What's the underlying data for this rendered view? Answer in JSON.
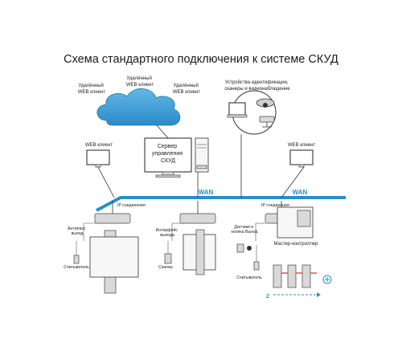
{
  "title": "Схема стандартного подключения к системе СКУД",
  "cloud": {
    "labels": [
      [
        "Удалённый",
        "WEB клиент"
      ],
      [
        "Удалённый",
        "WEB клиент"
      ],
      [
        "Удалённый",
        "WEB клиент"
      ]
    ]
  },
  "devices_group": [
    "Устройства идентификации,",
    "сканеры и видеонаблюдение"
  ],
  "server_label": [
    "Сервер",
    "управления",
    "СКУД"
  ],
  "web_client_left": "WEB клиент",
  "web_client_right": "WEB клиент",
  "wan_labels": [
    "WAN",
    "WAN"
  ],
  "ip_labels": [
    "IP соединения",
    "IP соединения"
  ],
  "left_group": {
    "antipass": [
      "Антипасс",
      "выход"
    ],
    "reader": "Считыватель"
  },
  "middle_group": {
    "interface": [
      "Интерфейс",
      "выхода"
    ],
    "scanner": "Сканер"
  },
  "right_group": {
    "detector": [
      "Датчики и",
      "кнопка Выход"
    ],
    "master": "Мастер-контроллер",
    "reader": "Считыватель",
    "count": "2"
  },
  "colors": {
    "wan_bus": "#2a8ec8",
    "cloud": "#3e9fd6",
    "line": "#333333"
  }
}
